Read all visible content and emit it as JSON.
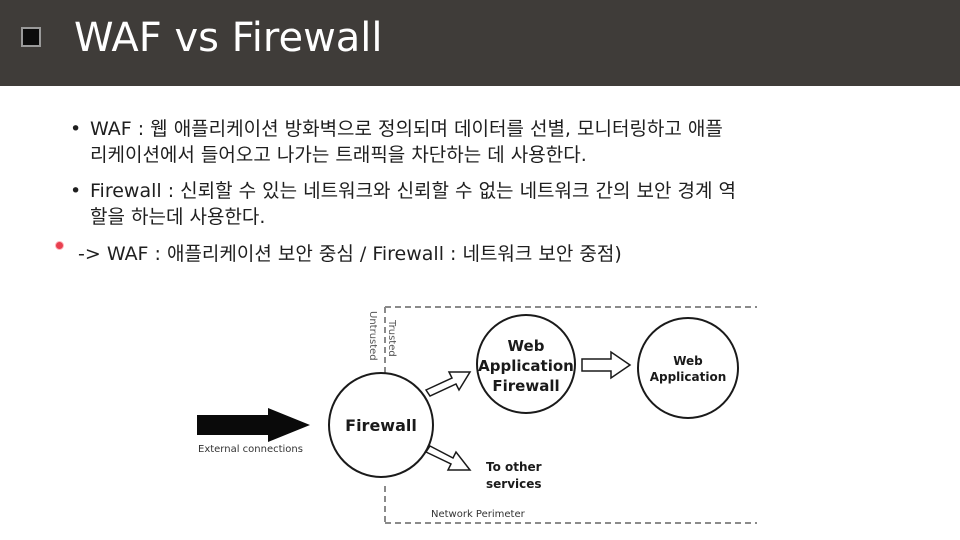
{
  "slide": {
    "title": "WAF vs Firewall",
    "bullets": [
      {
        "marker": "•",
        "term": "WAF",
        "separator": " : ",
        "line1": "웹 애플리케이션 방화벽으로 정의되며 데이터를 선별, 모니터링하고 애플",
        "line2": "리케이션에서 들어오고 나가는 트래픽을 차단하는 데 사용한다."
      },
      {
        "marker": "•",
        "term": "Firewall",
        "separator": " : ",
        "line1": "신뢰할 수 있는 네트워크와 신뢰할 수 없는 네트워크 간의 보안 경계 역",
        "line2": "할을 하는데 사용한다."
      }
    ],
    "summary": "-> WAF : 애플리케이션 보안 중심 / Firewall : 네트워크 보안 중점)"
  },
  "diagram": {
    "external_label": "External connections",
    "untrusted_label": "Untrusted",
    "trusted_label": "Trusted",
    "firewall_label": "Firewall",
    "waf_label": [
      "Web",
      "Application",
      "Firewall"
    ],
    "webapp_label": [
      "Web",
      "Application"
    ],
    "other_label": [
      "To other",
      "services"
    ],
    "perimeter_label": "Network Perimeter"
  },
  "colors": {
    "titlebar": "#3f3c39",
    "text": "#1f1f1f",
    "annotation_dot": "#e8404f"
  }
}
